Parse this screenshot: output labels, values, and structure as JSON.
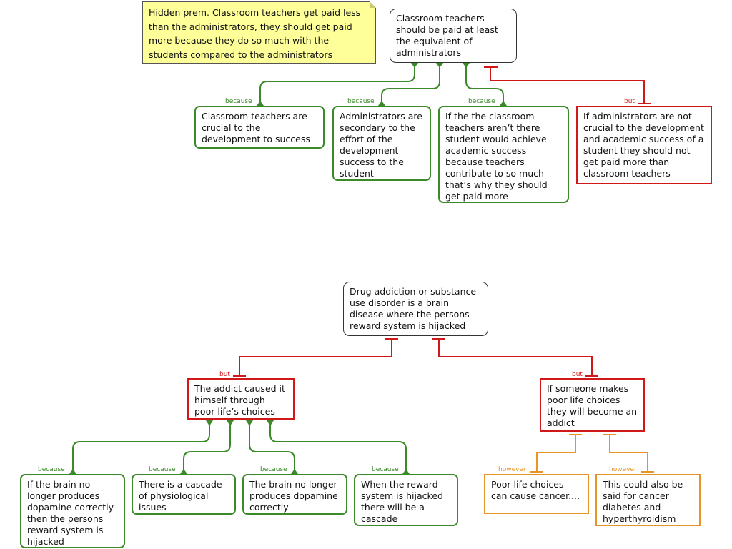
{
  "colors": {
    "support": "#3b8a2a",
    "objection": "#d01818",
    "rebuttal": "#e89426",
    "note_bg": "#ffff99"
  },
  "note": {
    "text": "Hidden prem. Classroom teachers get paid less than the administrators, they should get paid more because they do so much with the students compared to the administrators"
  },
  "map1": {
    "claim": "Classroom teachers should be paid at least the equivalent of administrators",
    "reasons": [
      {
        "label": "because",
        "text": "Classroom teachers are crucial to the development to success"
      },
      {
        "label": "because",
        "text": "Administrators are secondary to the effort of the development success to the student"
      },
      {
        "label": "because",
        "text": "If the the classroom teachers aren’t there student would achieve academic success because teachers contribute to so much that’s why they should get paid more"
      }
    ],
    "objection": {
      "label": "but",
      "text": "If administrators are not crucial to the development and academic success of a student they should not get paid more than classroom teachers"
    }
  },
  "map2": {
    "claim": "Drug addiction or substance use disorder is a brain disease where the persons reward system is hijacked",
    "objections": [
      {
        "label": "but",
        "text": "The addict caused it himself through poor life’s choices"
      },
      {
        "label": "but",
        "text": "If someone makes poor life choices they will become an addict"
      }
    ],
    "reasons": [
      {
        "label": "because",
        "text": "If the brain no longer produces dopamine correctly then the persons reward system is hijacked"
      },
      {
        "label": "because",
        "text": "There is a cascade of physiological issues"
      },
      {
        "label": "because",
        "text": "The brain no longer produces dopamine correctly"
      },
      {
        "label": "because",
        "text": "When the reward system is hijacked there will be a cascade"
      }
    ],
    "rebuttals": [
      {
        "label": "however",
        "text": "Poor life choices can cause cancer...."
      },
      {
        "label": "however",
        "text": "This could also be said for cancer diabetes and hyperthyroidism"
      }
    ]
  }
}
